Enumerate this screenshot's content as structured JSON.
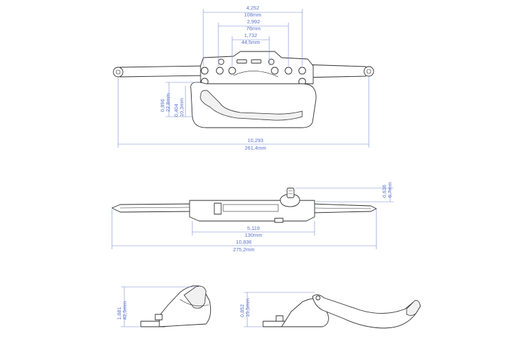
{
  "views": {
    "top": {
      "dim_overall_width": {
        "in": "4,252",
        "mm": "108mm"
      },
      "dim_mid_width": {
        "in": "2,992",
        "mm": "76mm"
      },
      "dim_inner_width": {
        "in": "1,732",
        "mm": "44,5mm"
      },
      "dim_height_a": {
        "in": "0,896",
        "mm": "22,8mm"
      },
      "dim_height_b": {
        "in": "0,404",
        "mm": "10,3mm"
      },
      "dim_arm_length": {
        "in": "10,293",
        "mm": "261,4mm"
      }
    },
    "side": {
      "dim_depth": {
        "in": "0,636",
        "mm": "6,7mm"
      },
      "dim_body_length": {
        "in": "5,119",
        "mm": "130mm"
      },
      "dim_total_length": {
        "in": "10,836",
        "mm": "275,2mm"
      }
    },
    "handle_folded": {
      "dim_height": {
        "in": "1,681",
        "mm": "42,5mm"
      }
    },
    "handle_extended": {
      "dim_height": {
        "in": "0,852",
        "mm": "15,5mm"
      }
    }
  },
  "colors": {
    "dimension": "#5b72c8",
    "outline": "#2a2a2a"
  }
}
